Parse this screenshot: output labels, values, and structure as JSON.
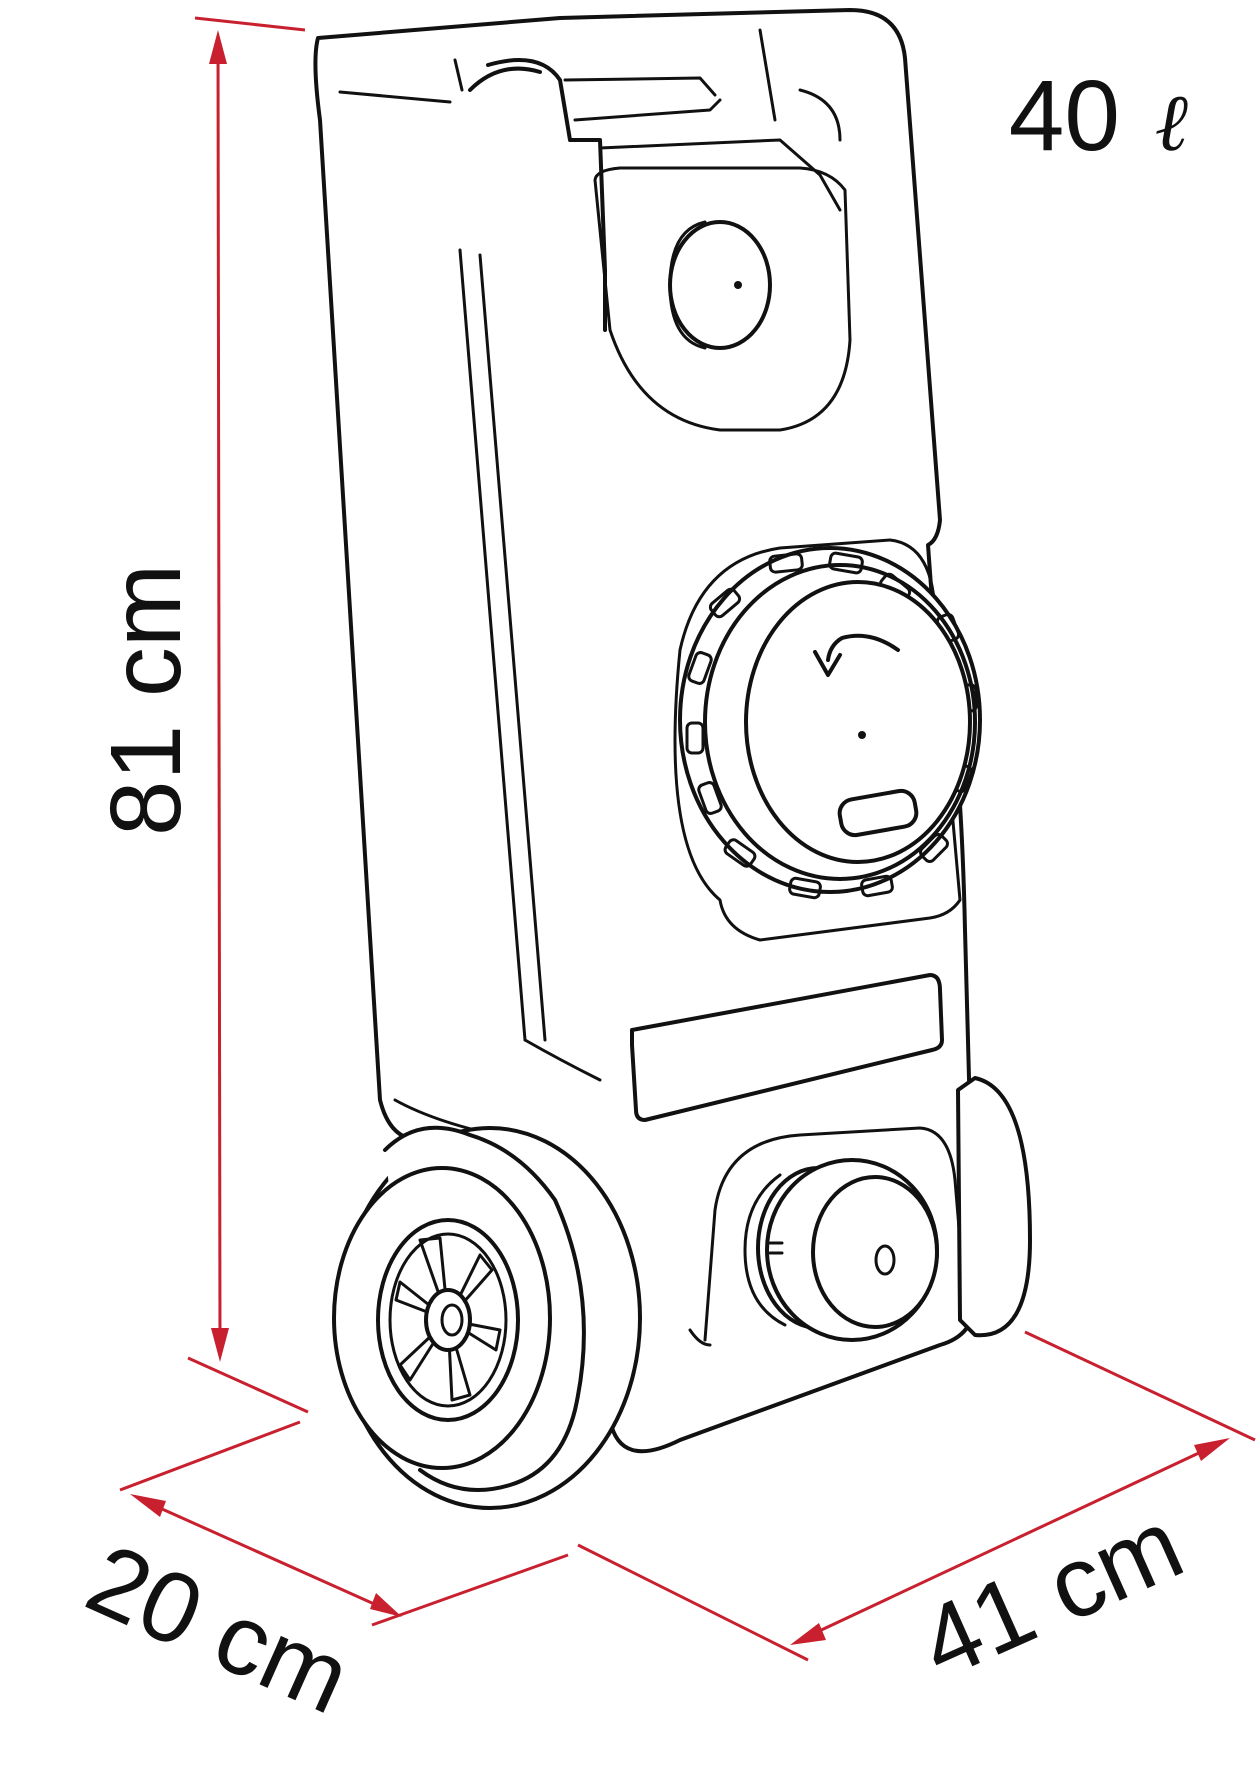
{
  "dimensions": {
    "height": "81 cm",
    "depth": "20 cm",
    "width": "41 cm"
  },
  "capacity": {
    "value": "40",
    "unit": "ℓ"
  },
  "colors": {
    "dimension_lines": "#c8202e",
    "outline": "#111111",
    "background": "#ffffff"
  }
}
